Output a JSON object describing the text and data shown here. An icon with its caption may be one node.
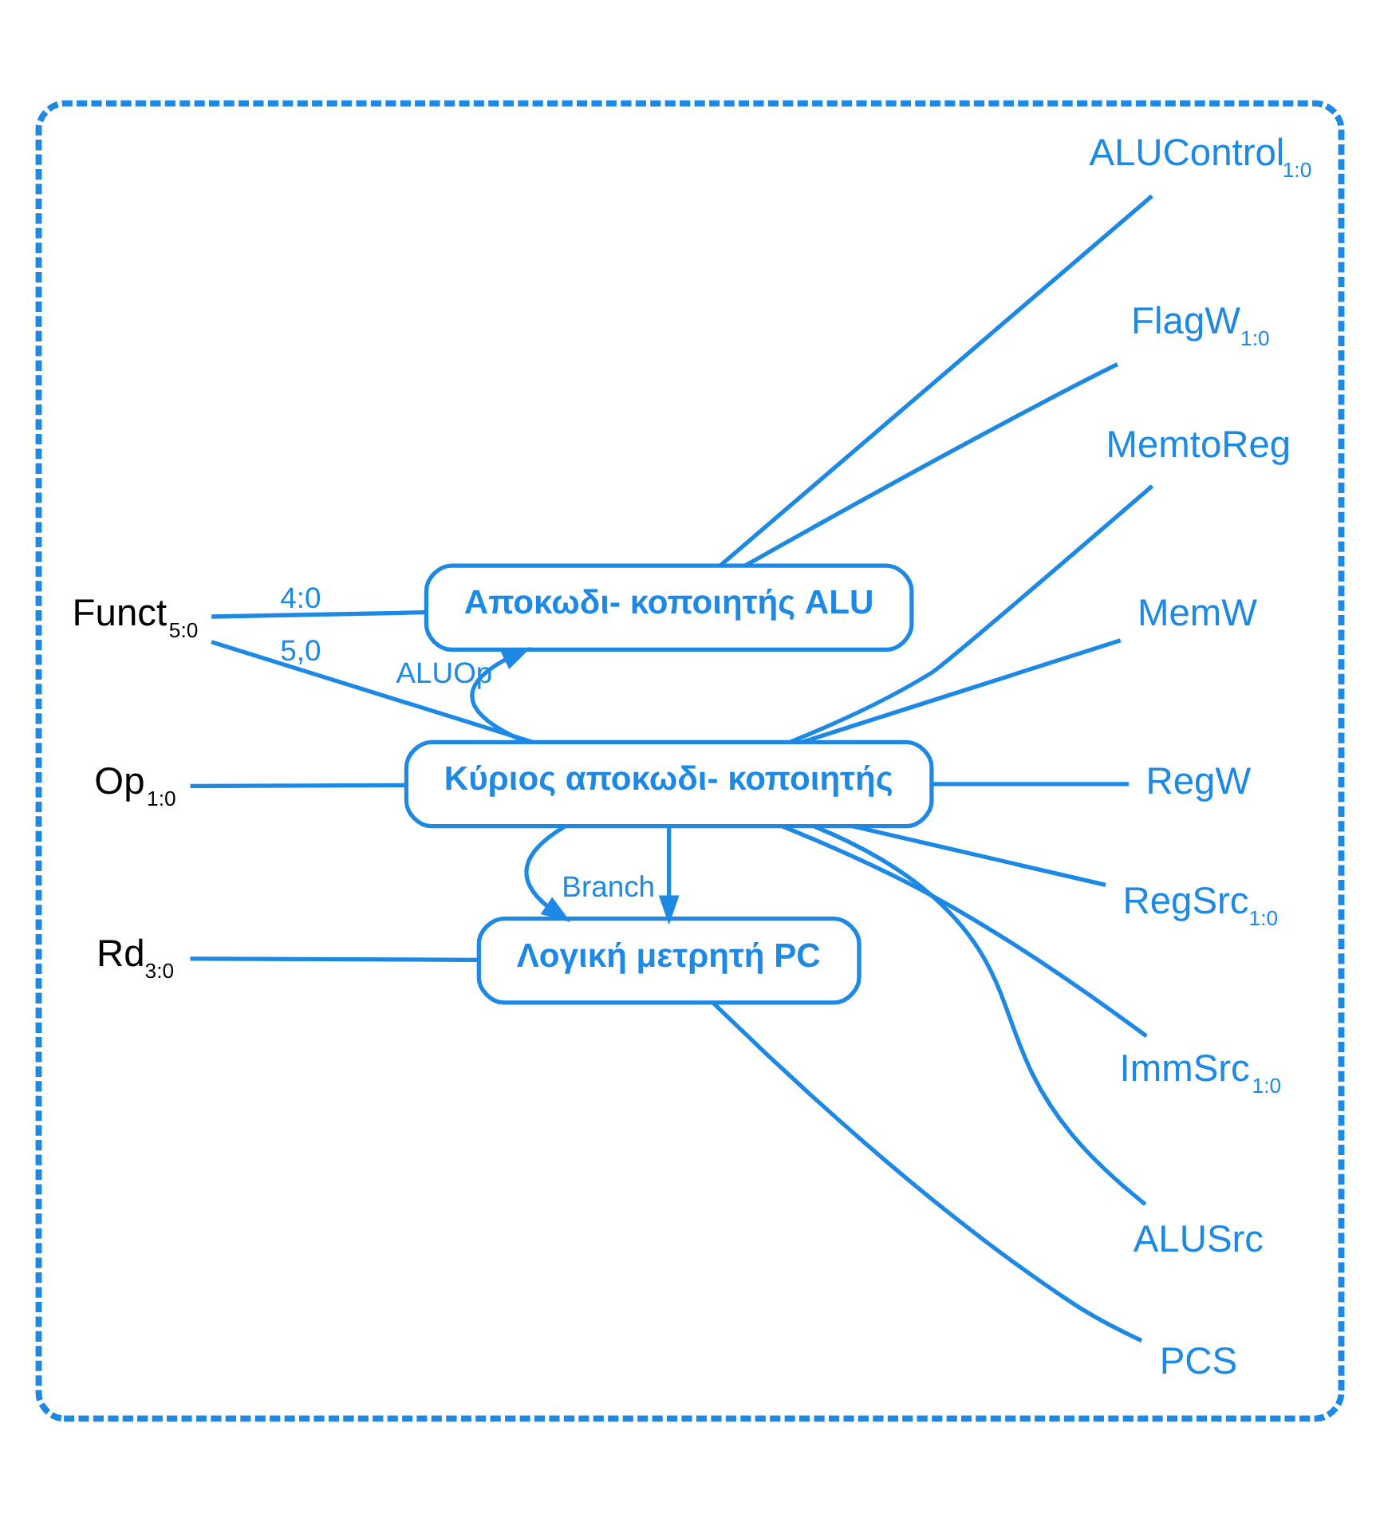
{
  "diagram": {
    "nodes": [
      {
        "text": [],
        "shape": "box"
      },
      {
        "text": [
          "Λογική μετρητή PC"
        ],
        "in": 0
      },
      {
        "text": [
          "Κύριος αποκωδι- κοποιητής"
        ],
        "in": 0
      },
      {
        "text": [
          "Αποκωδι- κοποιητής ALU"
        ],
        "in": 0
      },
      {
        "text": [
          "Rd$_{3:0}$"
        ],
        "in": 0
      },
      {
        "text": [
          "PCS"
        ],
        "in": 0
      },
      {
        "text": [
          "Op$_{1:0}$"
        ],
        "in": 0
      },
      {
        "text": [
          "Funct$_{5:0}$"
        ],
        "in": 0
      },
      {
        "text": [
          "RegW"
        ],
        "in": 0
      },
      {
        "text": [
          "MemW"
        ],
        "in": 0
      },
      {
        "text": [
          "MemtoReg"
        ],
        "in": 0
      },
      {
        "text": [
          "ALUSrc"
        ],
        "in": 0
      },
      {
        "text": [
          "ImmSrc$_{1:0}$"
        ],
        "in": 0
      },
      {
        "text": [
          "RegSrc$_{1:0}$"
        ],
        "in": 0
      },
      {
        "text": [
          "ALUControl$_{1:0}$"
        ],
        "in": 0
      },
      {
        "text": [
          "FlagW$_{1:0}$"
        ],
        "in": 0
      }
    ],
    "edges": [
      {
        "from": 4,
        "to": 1,
        "arrow": "none"
      },
      {
        "from": 1,
        "to": 5,
        "arrow": "none"
      },
      {
        "from": 2,
        "to": 1,
        "arrow": "to",
        "label": "Branch"
      },
      {
        "from": 2,
        "to": 1,
        "arrow": "to"
      },
      {
        "from": 2,
        "to": 8,
        "arrow": "none"
      },
      {
        "from": 2,
        "to": 9,
        "arrow": "none"
      },
      {
        "from": 2,
        "to": 10,
        "arrow": "none"
      },
      {
        "from": 2,
        "to": 11,
        "arrow": "none"
      },
      {
        "from": 2,
        "to": 12,
        "arrow": "none"
      },
      {
        "from": 2,
        "to": 13,
        "arrow": "none"
      },
      {
        "from": 6,
        "to": 2,
        "arrow": "none"
      },
      {
        "from": 7,
        "to": 2,
        "arrow": "none",
        "label": "5,0"
      },
      {
        "from": 7,
        "to": 3,
        "arrow": "none",
        "label": "4:0"
      },
      {
        "from": 2,
        "to": 3,
        "arrow": "to",
        "label": "ALUOp"
      },
      {
        "from": 3,
        "to": 14,
        "arrow": "none"
      },
      {
        "from": 3,
        "to": 15,
        "arrow": "none"
      }
    ]
  }
}
